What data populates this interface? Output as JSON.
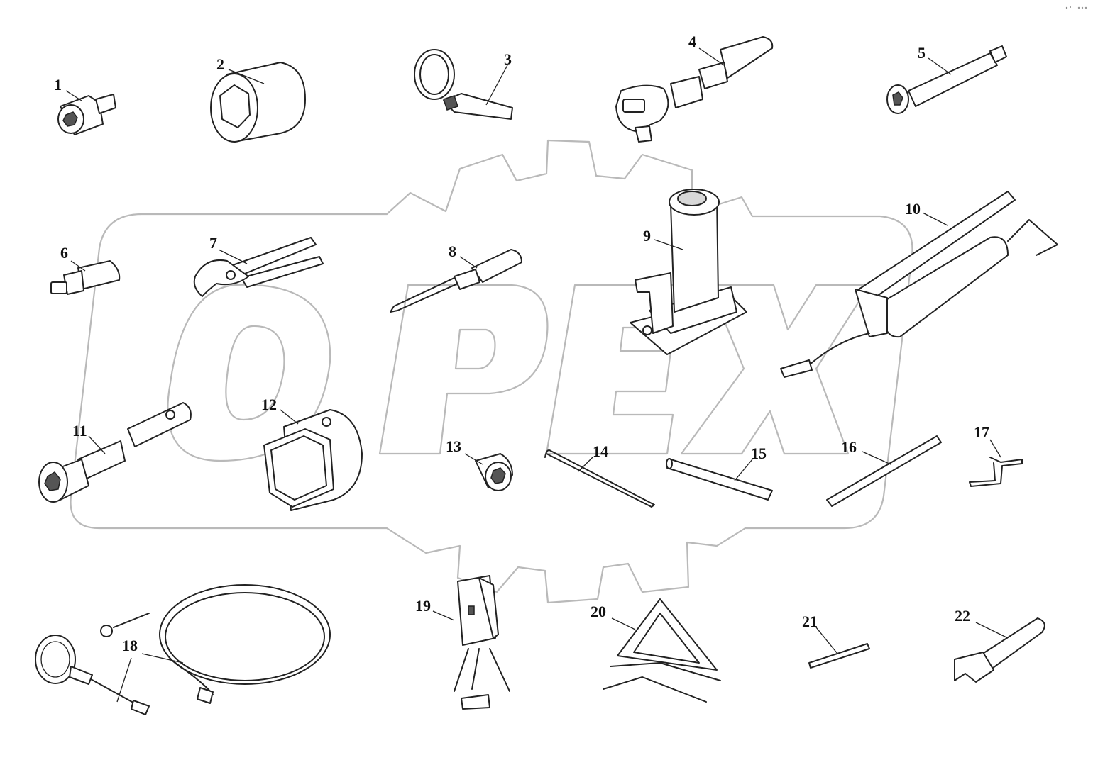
{
  "diagram": {
    "type": "exploded tool kit parts diagram",
    "watermark_text": "OPEX",
    "colors": {
      "line": "#222222",
      "watermark": "#b9b9b9",
      "background": "#ffffff"
    }
  },
  "callouts": [
    {
      "id": "1",
      "label": "1"
    },
    {
      "id": "2",
      "label": "2"
    },
    {
      "id": "3",
      "label": "3"
    },
    {
      "id": "4",
      "label": "4"
    },
    {
      "id": "5",
      "label": "5"
    },
    {
      "id": "6",
      "label": "6"
    },
    {
      "id": "7",
      "label": "7"
    },
    {
      "id": "8",
      "label": "8"
    },
    {
      "id": "9",
      "label": "9"
    },
    {
      "id": "10",
      "label": "10"
    },
    {
      "id": "11",
      "label": "11"
    },
    {
      "id": "12",
      "label": "12"
    },
    {
      "id": "13",
      "label": "13"
    },
    {
      "id": "14",
      "label": "14"
    },
    {
      "id": "15",
      "label": "15"
    },
    {
      "id": "16",
      "label": "16"
    },
    {
      "id": "17",
      "label": "17"
    },
    {
      "id": "18",
      "label": "18"
    },
    {
      "id": "19",
      "label": "19"
    },
    {
      "id": "20",
      "label": "20"
    },
    {
      "id": "21",
      "label": "21"
    },
    {
      "id": "22",
      "label": "22"
    }
  ]
}
